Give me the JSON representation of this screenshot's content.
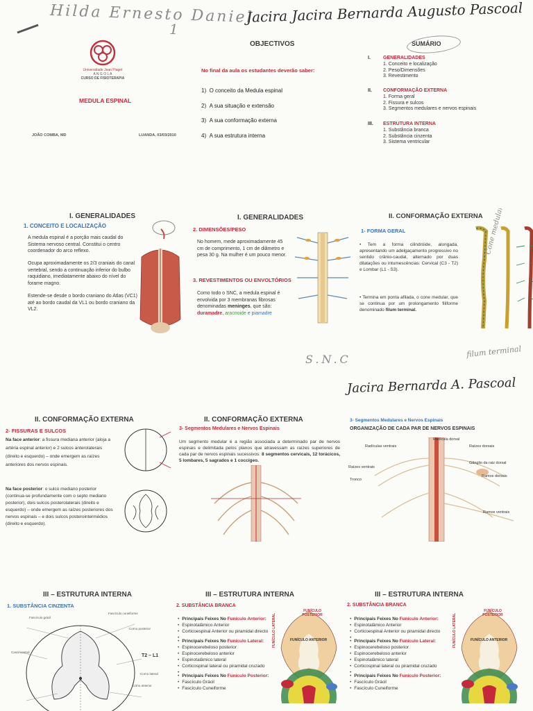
{
  "handwriting": {
    "top_left": "Hilda Ernesto Daniel",
    "top_left_number": "1",
    "top_right": "Jacira Jacira Bernarda Augusto Pascoal",
    "mid_signature": "Jacira Bernarda A. Pascoal",
    "margin_filum": "filum terminal",
    "margin_cone": "Cone medular",
    "snc": "S.N.C"
  },
  "slide1": {
    "university": "Universidade Jean Piaget",
    "country": "A N G O L A",
    "course": "CURSO DE FISIOTERAPIA",
    "topic": "MEDULA ESPINAL",
    "author": "JOÃO COMBA, MD",
    "place_date": "LUANDA, 03/03/2010"
  },
  "slide2": {
    "title": "OBJECTIVOS",
    "intro": "No final da aula os estudantes deverão saber:",
    "items": [
      {
        "num": "1)",
        "text": "O conceito da Medula espinal"
      },
      {
        "num": "2)",
        "text": "A sua situação e extensão"
      },
      {
        "num": "3)",
        "text": "A sua conformação externa"
      },
      {
        "num": "4)",
        "text": "A sua estrutura interna"
      }
    ]
  },
  "slide3": {
    "title": "SUMÁRIO",
    "sections": [
      {
        "num": "I.",
        "heading": "GENERALIDADES",
        "items": [
          "1. Conceito e localização",
          "2. Peso/Dimensões",
          "3. Revestimento"
        ]
      },
      {
        "num": "II.",
        "heading": "CONFORMAÇÃO EXTERNA",
        "items": [
          "1. Forma geral",
          "2. Fissura e sulcos",
          "3. Segmentos medulares e nervos espinais"
        ]
      },
      {
        "num": "III.",
        "heading": "ESTRUTURA INTERNA",
        "items": [
          "1. Substância branca",
          "2. Substância cinzenta",
          "3. Sistema ventricular"
        ]
      }
    ]
  },
  "slide4": {
    "title": "I. GENERALIDADES",
    "subtitle": "1. CONCEITO E LOCALIZAÇÃO",
    "p1": "A medula espinal é a porção mais caudal do Sistema nervoso central. Constitui o centro coordenador do arco reflexo.",
    "p2": "Ocupa aproximadamente os 2/3 craniais do canal vertebral, sendo a continuação inferior do bulbo raquidiano, imediatamente abaixo do nível do forame magno.",
    "p3": "Estende-se desde o bordo craniano do Atlas (VC1) até ao bordo caudal da VL1 ou bordo craniano da VL2."
  },
  "slide5": {
    "title": "I. GENERALIDADES",
    "sub1": "2. DIMENSÕES/PESO",
    "p1": "No homem, mede aproximadamente 45 cm de comprimento, 1 cm de diâmetro e pesa 30 g. Na mulher é um pouco menor.",
    "sub2": "3. REVESTIMENTOS OU ENVOLTÓRIOS",
    "p2_start": "Como todo o SNC, a medula espinal é envolvida por 3 membranas fibrosas denominadas",
    "p2_bold": "meninges",
    "p2_mid": ", que são:",
    "dura": "duramadre",
    "arac": "aracnoide",
    "pia": "e piamadre"
  },
  "slide6": {
    "title": "II. CONFORMAÇÃO EXTERNA",
    "subtitle": "1- FORMA GERAL",
    "b1": "Tem a forma cilindróide, alongada, apresentando um adelgaçamento progressivo no sentido crânio-caudal, alternado por duas dilatações ou intumescências: Cervical (C3 - T2) e Lombar (L1 - S3).",
    "b2_start": "Termina em ponta afilada, o cone medular, que se continua por um prolongamento filiforme denominado",
    "b2_bold": "filum terminal."
  },
  "slide7": {
    "title": "II. CONFORMAÇÃO EXTERNA",
    "subtitle": "2- FISSURAS E SULCOS",
    "ant_label": "Na face anterior",
    "ant_text": ": a fissura mediana anterior (aloja a artéria espinal anterior) e 2 sulcos anterolaterais (direito e esquerdo) – onde emergem as raízes anteriores dos nervos espinais.",
    "post_label": "Na face posterior",
    "post_text": ": o sulco mediano posterior (continua-se profundamente com o septo mediano posterior), dois sulcos posterolaterais (direito e esquerdo) – onde emergem as raízes posteriores dos nervos espinais – e dois sulcos posterointermédios (direito e esquerdo)."
  },
  "slide8": {
    "title": "II. CONFORMAÇÃO EXTERNA",
    "subtitle": "3- Segmentos Medulares e Nervos Espinais",
    "text_start": "Um segmento medular é a região associada a determinado par de nervos espinais e delimitada pelos planos que atravessam as raízes superiores de cada par de nervos espinais sucessivos:",
    "text_bold": "8 segmentos cervicais, 12 torácicos, 5 lombares, 5 sagrados e 1 coccígeo."
  },
  "slide9": {
    "subtitle": "3- Segmentos Medulares e Nervos Espinais",
    "heading": "ORGANIZAÇÃO DE CADA PAR DE NERVOS ESPINAIS",
    "labels": [
      "Radículas ventrais",
      "Radícula dorsal",
      "Raízes dorsais",
      "Raízes ventrais",
      "Gânglio da raiz dorsal",
      "Ramos dorsais",
      "Tronco",
      "Ramos ventrais"
    ]
  },
  "slide10": {
    "title": "III – ESTRUTURA INTERNA",
    "subtitle": "1. SUBSTÂNCIA CINZENTA",
    "level": "T2 – L1",
    "labels": [
      "Fascículo grácil",
      "Fascículo cuneiforme",
      "Corno posterior",
      "Corno anterior",
      "Canal central",
      "Corno lateral"
    ]
  },
  "slide11": {
    "title": "III – ESTRUTURA INTERNA",
    "subtitle": "2. SUBSTÂNCIA BRANCA",
    "groups": [
      {
        "head": "Principais Feixes No ",
        "hl": "Funículo Anterior",
        "tail": ":",
        "items": [
          "Espinotalâmico Anterior",
          "Corticoespinal Anterior ou piramidal directo"
        ]
      },
      {
        "head": "Principais Feixes No ",
        "hl": "Funículo Lateral",
        "tail": ":",
        "items": [
          "Espinocerebeloso posterior",
          "Espinocerebeloso anterior",
          "Espinotalâmico lateral",
          "Corticospinal lateral ou piramidal cruzado"
        ]
      },
      {
        "head": "Principais Feixes No ",
        "hl": "Funículo Posterior",
        "tail": ":",
        "items": [
          "Fascículo Grácil",
          "Fascículo Cuneiforme"
        ]
      }
    ],
    "fun_post": "FUNÍCULO POSTERIOR",
    "fun_lat": "FUNÍCULO LATERAL",
    "fun_ant": "FUNÍCULO ANTERIOR"
  },
  "slide12": {
    "title": "III – ESTRUTURA INTERNA",
    "subtitle": "2. SUBSTÂNCIA BRANCA",
    "groups": [
      {
        "head": "Principais Feixes No ",
        "hl": "Funículo Anterior",
        "tail": ":",
        "items": [
          "Espinotalâmico Anterior",
          "Corticoespinal Anterior ou piramidal directo"
        ]
      },
      {
        "head": "Principais Feixes No ",
        "hl": "Funículo Lateral",
        "tail": ":",
        "items": [
          "Espinocerebeloso posterior",
          "Espinocerebeloso anterior",
          "Espinotalâmico lateral",
          "Corticospinal lateral ou piramidal cruzado"
        ]
      },
      {
        "head": "Principais Feixes No ",
        "hl": "Funículo Posterior",
        "tail": ":",
        "items": [
          "Fascículo Grácil",
          "Fascículo Cuneiforme"
        ]
      }
    ],
    "fun_post": "FUNÍCULO POSTERIOR",
    "fun_lat": "FUNÍCULO LATERAL",
    "fun_ant": "FUNÍCULO ANTERIOR"
  },
  "colors": {
    "accent_blue": "#3a72b8",
    "accent_red": "#c4283a",
    "logo": "#c1303c"
  }
}
